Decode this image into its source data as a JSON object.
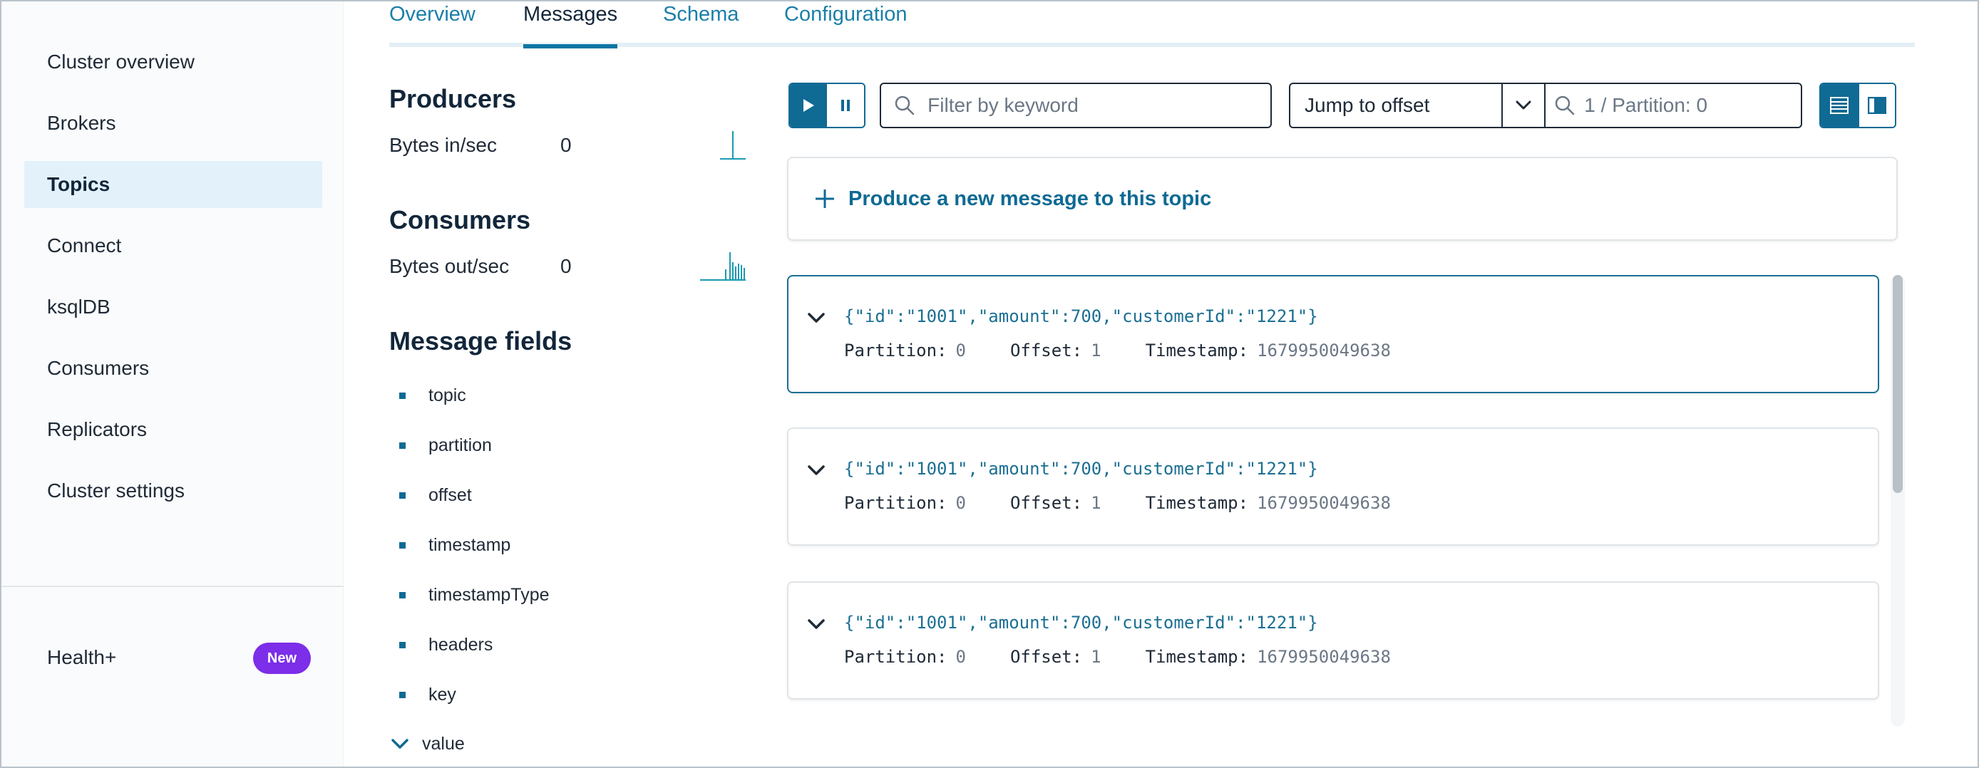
{
  "sidebar": {
    "items": [
      {
        "label": "Cluster overview",
        "active": false
      },
      {
        "label": "Brokers",
        "active": false
      },
      {
        "label": "Topics",
        "active": true
      },
      {
        "label": "Connect",
        "active": false
      },
      {
        "label": "ksqlDB",
        "active": false
      },
      {
        "label": "Consumers",
        "active": false
      },
      {
        "label": "Replicators",
        "active": false
      },
      {
        "label": "Cluster settings",
        "active": false
      }
    ],
    "health": {
      "label": "Health+",
      "badge": "New"
    }
  },
  "tabs": [
    {
      "label": "Overview",
      "active": false
    },
    {
      "label": "Messages",
      "active": true
    },
    {
      "label": "Schema",
      "active": false
    },
    {
      "label": "Configuration",
      "active": false
    }
  ],
  "producers": {
    "title": "Producers",
    "metric_label": "Bytes in/sec",
    "metric_value": "0"
  },
  "consumers": {
    "title": "Consumers",
    "metric_label": "Bytes out/sec",
    "metric_value": "0"
  },
  "message_fields": {
    "title": "Message fields",
    "items": [
      "topic",
      "partition",
      "offset",
      "timestamp",
      "timestampType",
      "headers",
      "key"
    ],
    "expandable": "value"
  },
  "toolbar": {
    "filter_placeholder": "Filter by keyword",
    "jump_label": "Jump to offset",
    "offset_placeholder": "1 / Partition: 0"
  },
  "produce": {
    "label": "Produce a new message to this topic"
  },
  "messages": [
    {
      "value": "{\"id\":\"1001\",\"amount\":700,\"customerId\":\"1221\"}",
      "partition_label": "Partition:",
      "partition": "0",
      "offset_label": "Offset:",
      "offset": "1",
      "timestamp_label": "Timestamp:",
      "timestamp": "1679950049638",
      "selected": true
    },
    {
      "value": "{\"id\":\"1001\",\"amount\":700,\"customerId\":\"1221\"}",
      "partition_label": "Partition:",
      "partition": "0",
      "offset_label": "Offset:",
      "offset": "1",
      "timestamp_label": "Timestamp:",
      "timestamp": "1679950049638",
      "selected": false
    },
    {
      "value": "{\"id\":\"1001\",\"amount\":700,\"customerId\":\"1221\"}",
      "partition_label": "Partition:",
      "partition": "0",
      "offset_label": "Offset:",
      "offset": "1",
      "timestamp_label": "Timestamp:",
      "timestamp": "1679950049638",
      "selected": false
    }
  ],
  "colors": {
    "accent": "#0f6a94",
    "link": "#1b7fa8",
    "badge": "#7c2ee8",
    "sparkline": "#1a9bb3"
  }
}
